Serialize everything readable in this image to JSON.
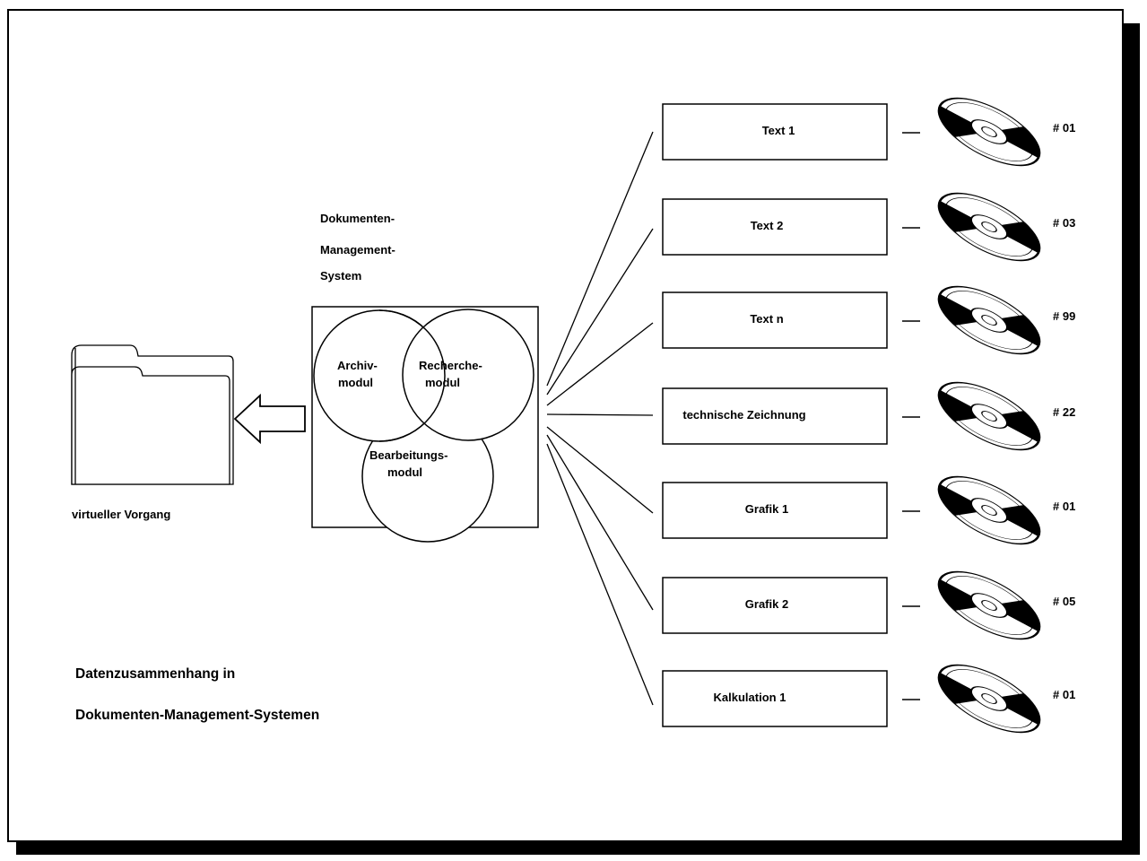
{
  "system": {
    "title_lines": [
      "Dokumenten-",
      "Management-",
      "System"
    ],
    "modules": {
      "archive": [
        "Archiv-",
        "modul"
      ],
      "research": [
        "Recherche-",
        "modul"
      ],
      "editing": [
        "Bearbeitungs-",
        "modul"
      ]
    }
  },
  "folder": {
    "label": "virtueller Vorgang",
    "icon": "folder-icon"
  },
  "arrow": {
    "icon": "left-arrow-icon"
  },
  "caption": [
    "Datenzusammenhang in",
    "Dokumenten-Management-Systemen"
  ],
  "documents": [
    {
      "label": "Text 1",
      "disk": "# 01"
    },
    {
      "label": "Text 2",
      "disk": "# 03"
    },
    {
      "label": "Text n",
      "disk": "# 99"
    },
    {
      "label": "technische Zeichnung",
      "disk": "# 22"
    },
    {
      "label": "Grafik 1",
      "disk": "# 01"
    },
    {
      "label": "Grafik 2",
      "disk": "# 05"
    },
    {
      "label": "Kalkulation 1",
      "disk": "# 01"
    }
  ],
  "disk_icon": "optical-disk-icon"
}
